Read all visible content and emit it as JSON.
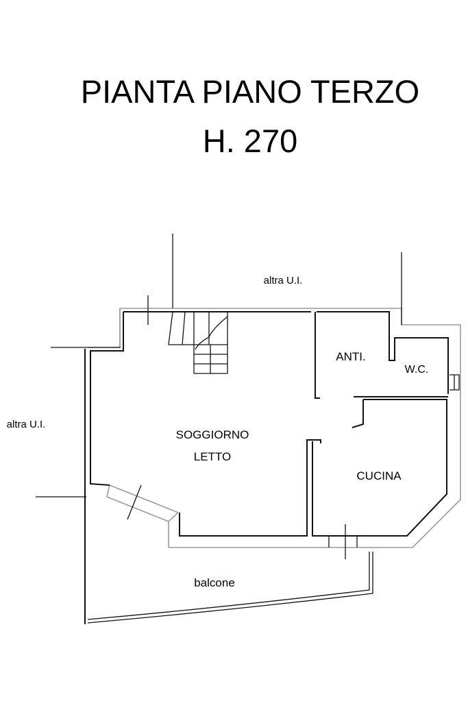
{
  "title": {
    "line1": "PIANTA PIANO TERZO",
    "line2": "H. 270"
  },
  "labels": {
    "neighbor_top": "altra U.I.",
    "neighbor_left": "altra U.I.",
    "living_1": "SOGGIORNO",
    "living_2": "LETTO",
    "anti": "ANTI.",
    "wc": "W.C.",
    "kitchen": "CUCINA",
    "balcony": "balcone"
  },
  "colors": {
    "wall": "#111111",
    "outer_wall": "#9a9a9a",
    "background": "#ffffff"
  }
}
